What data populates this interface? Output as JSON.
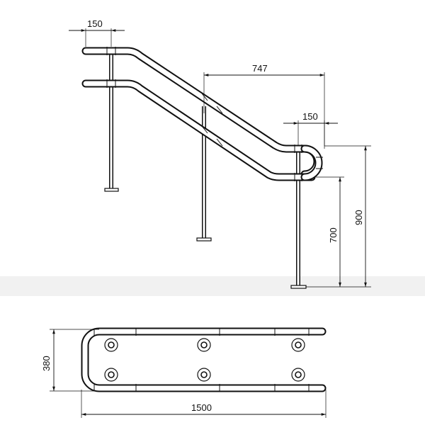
{
  "side_view": {
    "dim_top_left": "150",
    "dim_top_span": "747",
    "dim_top_right": "150",
    "dim_height_lower": "700",
    "dim_height_upper": "900"
  },
  "top_view": {
    "dim_depth": "380",
    "dim_length": "1500"
  }
}
